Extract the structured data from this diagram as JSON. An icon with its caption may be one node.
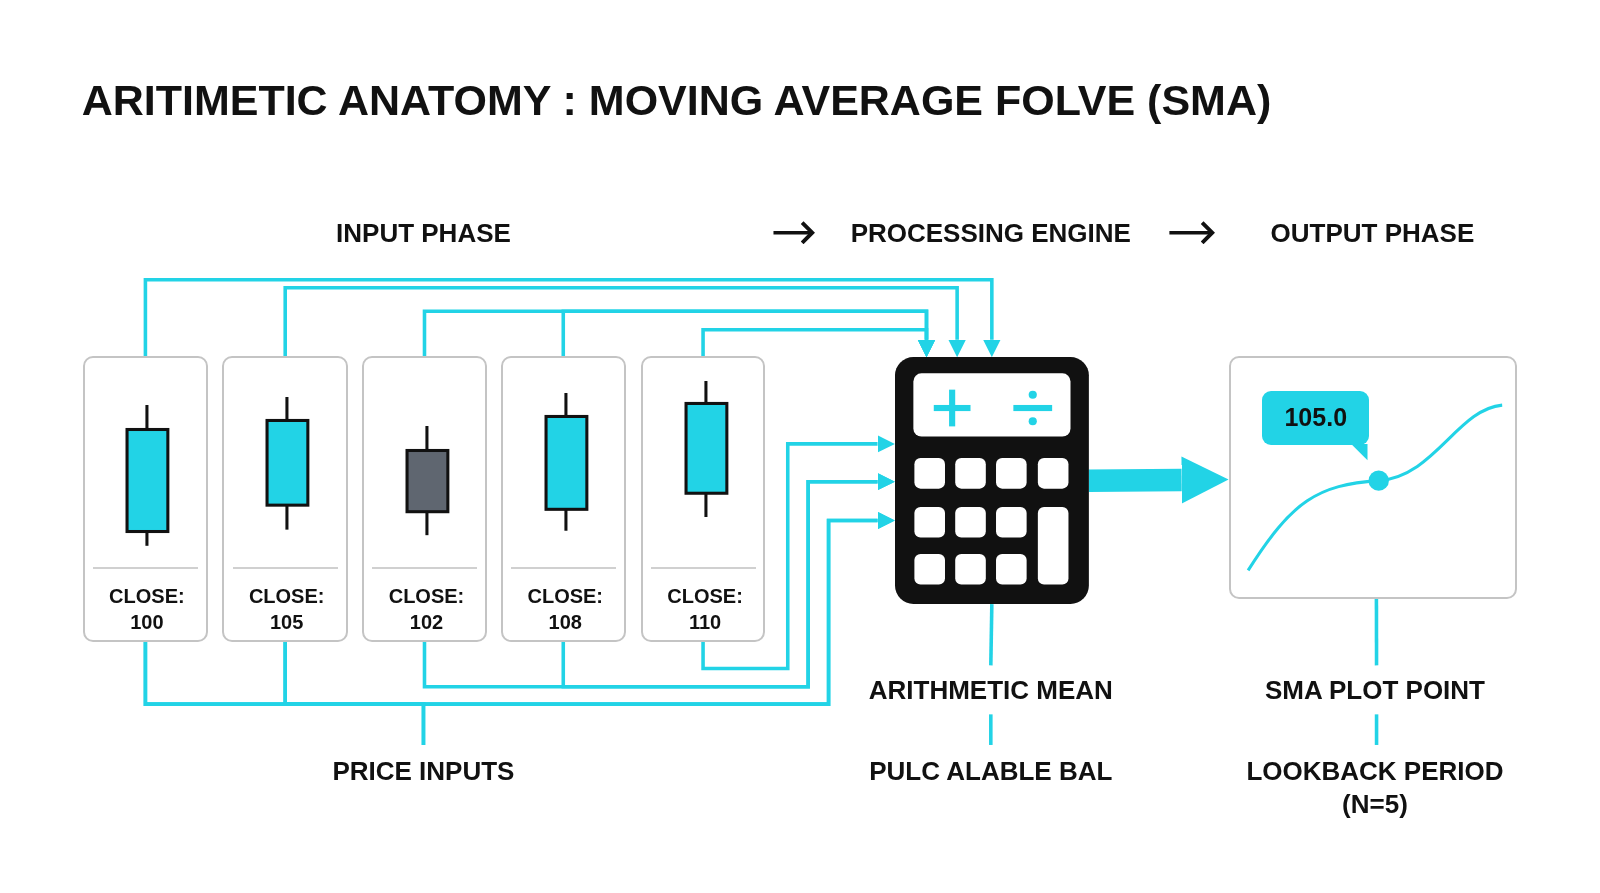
{
  "diagram": {
    "title": "ARITIMETIC ANATOMY : MOVING AVERAGE FOLVE (SMA)",
    "nodes": [
      {
        "text": [
          "INPUT PHASE"
        ]
      },
      {
        "text": [
          "PROCESSING ENGINE"
        ]
      },
      {
        "text": [
          "OUTPUT PHASE"
        ]
      },
      {
        "text": [
          "CLOSE: 100"
        ]
      },
      {
        "text": [
          "CLOSE: 105"
        ]
      },
      {
        "text": [
          "CLOSE: 102"
        ]
      },
      {
        "text": [
          "CLOSE: 108"
        ]
      },
      {
        "text": [
          "CLOSE: 110"
        ]
      },
      {
        "text": [],
        "shape": "picture"
      },
      {
        "text": [
          "105.0"
        ]
      },
      {
        "text": [
          "ARITHMETIC MEAN"
        ]
      },
      {
        "text": [
          "SMA PLOT POINT"
        ]
      },
      {
        "text": [
          "PRICE INPUTS"
        ]
      },
      {
        "text": [
          "PULC ALABLE BAL"
        ]
      },
      {
        "text": [
          "LOOKBACK PERIOD (N=5)"
        ]
      }
    ],
    "edges": [
      {
        "from": null,
        "to": 1,
        "arrow": "to",
        "color": "#111111"
      },
      {
        "from": 1,
        "to": 2,
        "arrow": "to",
        "color": "#111111"
      },
      {
        "from": 3,
        "to": 8,
        "arrow": "to"
      },
      {
        "from": 4,
        "to": 8,
        "arrow": "to"
      },
      {
        "from": 5,
        "to": 8,
        "arrow": "to"
      },
      {
        "from": 6,
        "to": 8,
        "arrow": "to"
      },
      {
        "from": 7,
        "to": 8,
        "arrow": "to"
      },
      {
        "from": 3,
        "to": 8,
        "arrow": "to"
      },
      {
        "from": 4,
        "to": 8,
        "arrow": "to"
      },
      {
        "from": 5,
        "to": 8,
        "arrow": "to"
      },
      {
        "from": 6,
        "to": 8,
        "arrow": "to"
      },
      {
        "from": 7,
        "to": 8,
        "arrow": "to"
      },
      {
        "from": 3,
        "to": 12,
        "arrow": "none"
      },
      {
        "from": 4,
        "to": 12,
        "arrow": "none"
      },
      {
        "from": 8,
        "to": 9,
        "arrow": "to",
        "style": "thick"
      },
      {
        "from": 8,
        "to": 10,
        "arrow": "none"
      },
      {
        "from": 10,
        "to": 13,
        "arrow": "none"
      },
      {
        "from": 9,
        "to": 11,
        "arrow": "none"
      },
      {
        "from": 11,
        "to": 14,
        "arrow": "none"
      }
    ]
  }
}
